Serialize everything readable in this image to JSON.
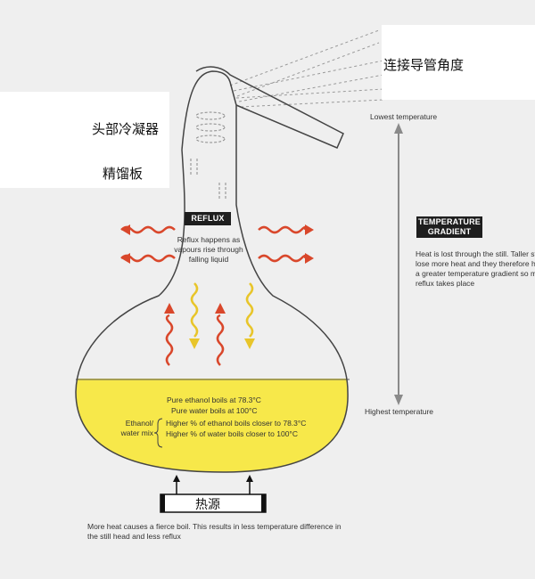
{
  "labels": {
    "angle": "连接导管角度",
    "head_condenser": "头部冷凝器",
    "rectifier_plate": "精馏板",
    "heat_source": "热源"
  },
  "reflux": {
    "title": "REFLUX",
    "text_lines": [
      "Reflux happens as",
      "vapours rise through",
      "falling liquid"
    ]
  },
  "gradient": {
    "title_lines": [
      "TEMPERATURE",
      "GRADIENT"
    ],
    "text_lines": [
      "Heat is lost through the still. Taller stills",
      "lose more heat and they therefore have",
      "a greater temperature gradient so more",
      "reflux takes place"
    ],
    "top_label": "Lowest temperature",
    "bottom_label": "Highest temperature"
  },
  "liquid": {
    "line1": "Pure ethanol boils at 78.3°C",
    "line2": "Pure water boils at 100°C",
    "mix_label_lines": [
      "Ethanol/",
      "water mix"
    ],
    "mix1": "Higher % of ethanol boils closer to 78.3°C",
    "mix2": "Higher % of water boils closer to 100°C"
  },
  "caption_lines": [
    "More heat causes a fierce boil. This results in less temperature difference in",
    "the still head and less reflux"
  ],
  "colors": {
    "liquid": "#f7e84a",
    "heat_arrow": "#d9472b",
    "cool_arrow": "#e8c52a",
    "badge": "#1e1e1e"
  }
}
